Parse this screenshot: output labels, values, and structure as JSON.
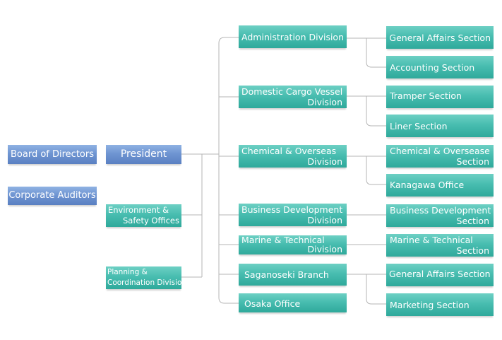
{
  "chart": {
    "left_column": {
      "board": "Board of Directors",
      "auditors": "Corporate Auditors"
    },
    "second_column": {
      "president": "President",
      "environment": [
        "Environment &",
        "Safety Offices"
      ],
      "planning": [
        "Planning &",
        "Coordination Division"
      ]
    },
    "divisions": {
      "administration": [
        "Administration Division"
      ],
      "domestic": [
        "Domestic Cargo Vessel",
        "Division"
      ],
      "chemical": [
        "Chemical & Overseas",
        "Division"
      ],
      "business": [
        "Business Development",
        "Division"
      ],
      "marine": [
        "Marine & Technical",
        "Division"
      ],
      "saganoseki": [
        "Saganoseki Branch"
      ],
      "osaka": [
        "Osaka Office"
      ]
    },
    "sections": {
      "general_affairs_1": [
        "General Affairs Section"
      ],
      "accounting": [
        "Accounting Section"
      ],
      "tramper": [
        "Tramper Section"
      ],
      "liner": [
        "Liner Section"
      ],
      "chemical_section": [
        "Chemical & Oversease",
        "Section"
      ],
      "kanagawa": [
        "Kanagawa Office"
      ],
      "business_section": [
        "Business Development",
        "Section"
      ],
      "marine_section": [
        "Marine & Technical",
        "Section"
      ],
      "general_affairs_2": [
        "General Affairs Section"
      ],
      "marketing": [
        "Marketing Section"
      ]
    }
  },
  "colors": {
    "teal": "#48bdb0",
    "blue": "#6f95d2",
    "connector": "#b5b5b5"
  }
}
